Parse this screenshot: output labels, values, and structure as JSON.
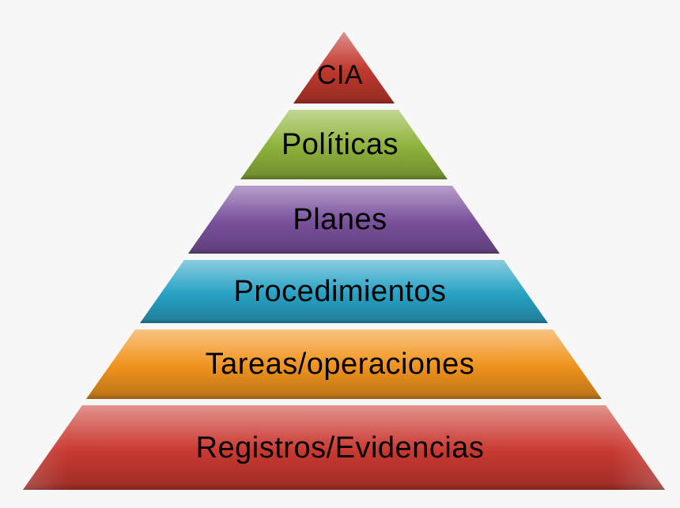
{
  "diagram": {
    "type": "pyramid",
    "layers": [
      {
        "label": "CIA",
        "color": "#c1392e"
      },
      {
        "label": "Políticas",
        "color": "#8fb43b"
      },
      {
        "label": "Planes",
        "color": "#7b519d"
      },
      {
        "label": "Procedimientos",
        "color": "#29a3c6"
      },
      {
        "label": "Tareas/operaciones",
        "color": "#f2941d"
      },
      {
        "label": "Registros/Evidencias",
        "color": "#cb3a31"
      }
    ]
  }
}
